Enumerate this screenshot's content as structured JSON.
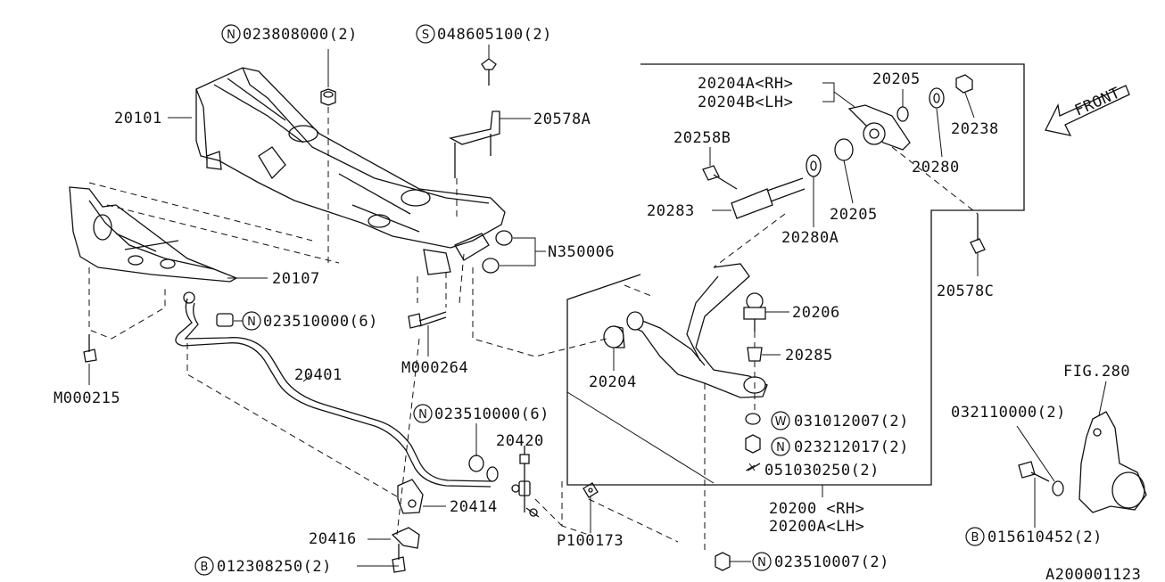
{
  "labels": {
    "p023808000": "023808000(2)",
    "p048605100": "048605100(2)",
    "p20101": "20101",
    "p20578A": "20578A",
    "p20107": "20107",
    "pN350006": "N350006",
    "p023510000_left": "023510000(6)",
    "pM000264": "M000264",
    "pM000215": "M000215",
    "p20401": "20401",
    "p023510000_mid": "023510000(6)",
    "p20420": "20420",
    "p20414": "20414",
    "p20416": "20416",
    "p012308250": "012308250(2)",
    "pP100173": "P100173",
    "p20204A": "20204A<RH>",
    "p20204B": "20204B<LH>",
    "p20205_top": "20205",
    "p20238": "20238",
    "p20258B": "20258B",
    "p20280_right": "20280",
    "p20283": "20283",
    "p20205_mid": "20205",
    "p20280A": "20280A",
    "p20578C": "20578C",
    "p20206": "20206",
    "p20285": "20285",
    "p20204": "20204",
    "p031012007": "031012007(2)",
    "p023212017": "023212017(2)",
    "p051030250": "051030250(2)",
    "p20200": "20200 <RH>",
    "p20200A": "20200A<LH>",
    "p023510007": "023510007(2)",
    "pFIG280": "FIG.280",
    "p032110000": "032110000(2)",
    "p015610452": "015610452(2)",
    "front": "FRONT",
    "diagram_id": "A200001123"
  },
  "markers": {
    "N": "N",
    "S": "S",
    "B": "B",
    "W": "W"
  }
}
